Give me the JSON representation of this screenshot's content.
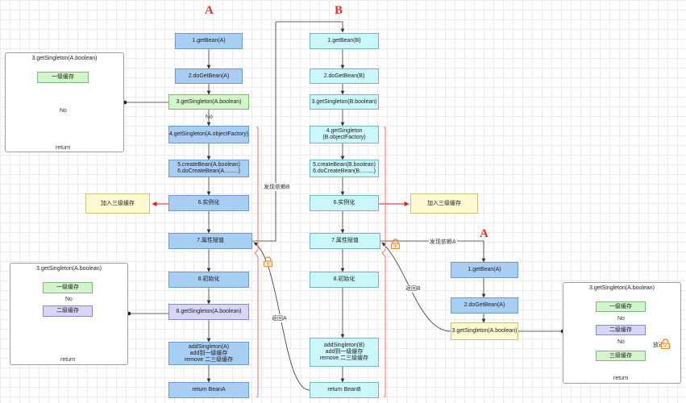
{
  "title_a": "A",
  "title_b": "B",
  "a_steps": {
    "get_bean": "1.getBean(A)",
    "do_get_bean": "2.doGetBean(A)",
    "get_singleton": "3.getSingleton(A.boolean)",
    "get_singleton_factory": "4.getSingleton(A.objectFactory)",
    "create_bean": "5.createBean(A.boolean)",
    "do_create_bean": "6.doCreateBean(A.........)",
    "instantiate": "6.实例化",
    "populate": "7.属性赋值",
    "initialize": "8.初始化",
    "get_singleton_again": "8.getSingleton(A.boolean)",
    "add_singleton_1": "addSingleton(A)",
    "add_singleton_2": "add到一级缓存",
    "add_singleton_3": "remove 二三级缓存",
    "return_bean": "return BeanA"
  },
  "b_steps": {
    "get_bean": "1.getBean(B)",
    "do_get_bean": "2.doGetBean(B)",
    "get_singleton": "3.getSingleton(B.boolean)",
    "get_singleton_factory_1": "4.getSingleton",
    "get_singleton_factory_2": "(B.objectFactory)",
    "create_bean": "5.createBean(B.boolean)",
    "do_create_bean": "6.doCreateBean(B.........)",
    "instantiate": "6.实例化",
    "populate": "7.属性赋值",
    "initialize": "8.初始化",
    "add_singleton_1": "addSingleton(B)",
    "add_singleton_2": "add到一级缓存",
    "add_singleton_3": "remove 二三级缓存",
    "return_bean": "return BeanB"
  },
  "a2_steps": {
    "heading": "A",
    "get_bean": "1.getBean(A)",
    "do_get_bean": "2.doGetBean(A)",
    "get_singleton": "3.getSingleton(A.boolean)"
  },
  "add_third_cache_a": "加入三级缓存",
  "add_third_cache_b": "加入三级缓存",
  "panel1": {
    "title": "3.getSingleton(A.boolean)",
    "level1": "一级缓存",
    "no": "No",
    "return": "return"
  },
  "panel2": {
    "title": "3.getSingleton(A.boolean)",
    "level1": "一级缓存",
    "no": "No",
    "level2": "二级缓存",
    "return": "return"
  },
  "panel3": {
    "title": "3.getSingleton(A.boolean)",
    "level1": "一级缓存",
    "no1": "No",
    "level2": "二级缓存",
    "no2": "No",
    "level3": "三级缓存",
    "put_in": "放进",
    "return": "return"
  },
  "edge_labels": {
    "no": "No",
    "found_dep_b": "发现依赖B",
    "found_dep_a": "发现依赖A",
    "return_b": "返回B",
    "return_a": "返回A"
  },
  "colors": {
    "blue_box": "#a9cdf3",
    "cyan_box": "#ccf7fa",
    "green_box": "#d3f5cc",
    "purple_box": "#d7d5f8",
    "yellow_box": "#fdfad1",
    "red_arrow": "#e02020",
    "heading_red": "#d9342b",
    "lock_orange": "#f08a24"
  }
}
